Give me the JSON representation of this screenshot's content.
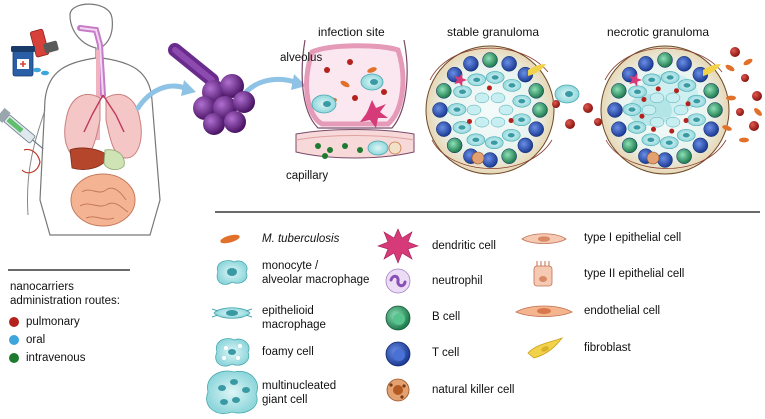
{
  "panels": {
    "infection_site": "infection site",
    "alveolus": "alveolus",
    "capillary": "capillary",
    "stable_granuloma": "stable granuloma",
    "necrotic_granuloma": "necrotic granuloma"
  },
  "routes": {
    "title_line1": "nanocarriers",
    "title_line2": "administration routes:",
    "items": [
      {
        "label": "pulmonary",
        "color": "#b3221c"
      },
      {
        "label": "oral",
        "color": "#3ea6dc"
      },
      {
        "label": "intravenous",
        "color": "#1e7a2e"
      }
    ]
  },
  "legend": {
    "col1": [
      {
        "label": "M. tuberculosis",
        "italic": true
      },
      {
        "label_line1": "monocyte /",
        "label_line2": "alveolar macrophage"
      },
      {
        "label_line1": "epithelioid",
        "label_line2": "macrophage"
      },
      {
        "label": "foamy cell"
      },
      {
        "label_line1": "multinucleated",
        "label_line2": "giant cell"
      }
    ],
    "col2": [
      {
        "label": "dendritic cell"
      },
      {
        "label": "neutrophil"
      },
      {
        "label": "B cell"
      },
      {
        "label": "T cell"
      },
      {
        "label": "natural killer cell"
      }
    ],
    "col3": [
      {
        "label": "type I epithelial cell"
      },
      {
        "label": "type II epithelial cell"
      },
      {
        "label": "endothelial cell"
      },
      {
        "label": "fibroblast"
      }
    ]
  },
  "colors": {
    "mtb": "#e0702a",
    "macrophage": "#a9e3e6",
    "dendritic": "#d63a78",
    "neutrophil": "#c9a6dd",
    "bcell": "#2f9e6a",
    "tcell": "#2b52b5",
    "nk": "#c9773a",
    "epithelial": "#f0b79a",
    "fibroblast": "#f2d24a",
    "alveolus_wall": "#e59ab8",
    "lung_lobe": "#6a2c8c"
  }
}
